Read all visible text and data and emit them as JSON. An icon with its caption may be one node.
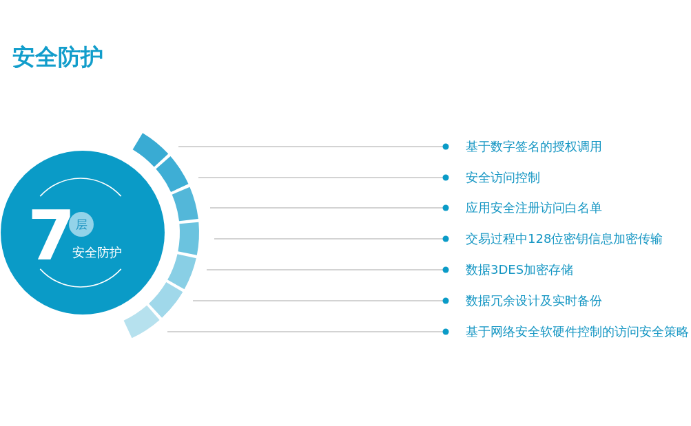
{
  "diagram": {
    "title": "安全防护",
    "nodes": [
      {
        "text": [
          "7",
          "安全防护"
        ]
      },
      {
        "text": [
          "层"
        ],
        "in": 0
      },
      {
        "text": [],
        "shape": "arc"
      },
      {
        "text": [],
        "shape": "arc"
      },
      {
        "text": [],
        "shape": "arc"
      },
      {
        "text": [],
        "shape": "arc"
      },
      {
        "text": [],
        "shape": "arc"
      },
      {
        "text": [],
        "shape": "arc"
      },
      {
        "text": [],
        "shape": "arc"
      },
      {
        "text": [
          "基于数字签名的授权调用"
        ]
      },
      {
        "text": [
          "安全访问控制"
        ]
      },
      {
        "text": [
          "应用安全注册访问白名单"
        ]
      },
      {
        "text": [
          "交易过程中128位密钥信息加密传输"
        ]
      },
      {
        "text": [
          "数据3DES加密存储"
        ]
      },
      {
        "text": [
          "数据冗余设计及实时备份"
        ]
      },
      {
        "text": [
          "基于网络安全软硬件控制的访问安全策略"
        ]
      }
    ],
    "edges": [
      {
        "from": 9,
        "to": 2,
        "arrow": "other"
      },
      {
        "from": 10,
        "to": 3,
        "arrow": "other"
      },
      {
        "from": 11,
        "to": 4,
        "arrow": "other"
      },
      {
        "from": 12,
        "to": 5,
        "arrow": "other"
      },
      {
        "from": 13,
        "to": 6,
        "arrow": "other"
      },
      {
        "from": 14,
        "to": 7,
        "arrow": "other"
      },
      {
        "from": 15,
        "to": 8,
        "arrow": "other"
      }
    ]
  }
}
